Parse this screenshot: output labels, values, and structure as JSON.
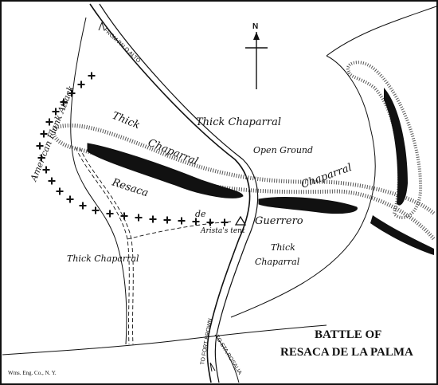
{
  "title": {
    "line1": "BATTLE OF",
    "line2": "RESACA DE LA PALMA"
  },
  "credit": "Wms. Eng. Co., N. Y.",
  "north_label": "N",
  "labels": {
    "thick_chaparral_top": "Thick Chaparral",
    "thick_chaparral_mid_a": "Thick",
    "thick_chaparral_mid_b": "Chaparral",
    "open_ground": "Open Ground",
    "chaparral_right": "Chaparral",
    "resaca": "Resaca",
    "de": "de",
    "guerrero": "Guerrero",
    "aristas_tent": "Arista's tent",
    "thick_right_a": "Thick",
    "thick_right_b": "Chaparral",
    "thick_left": "Thick Chaparral",
    "flank_attack": "American Flank Attack"
  },
  "road_labels": {
    "from_palo_alto": "FROM PALO ALTO",
    "to_fort_brown": "TO FORT BROWN",
    "to_sta_rosalia": "TO STA.ROSALIA"
  }
}
